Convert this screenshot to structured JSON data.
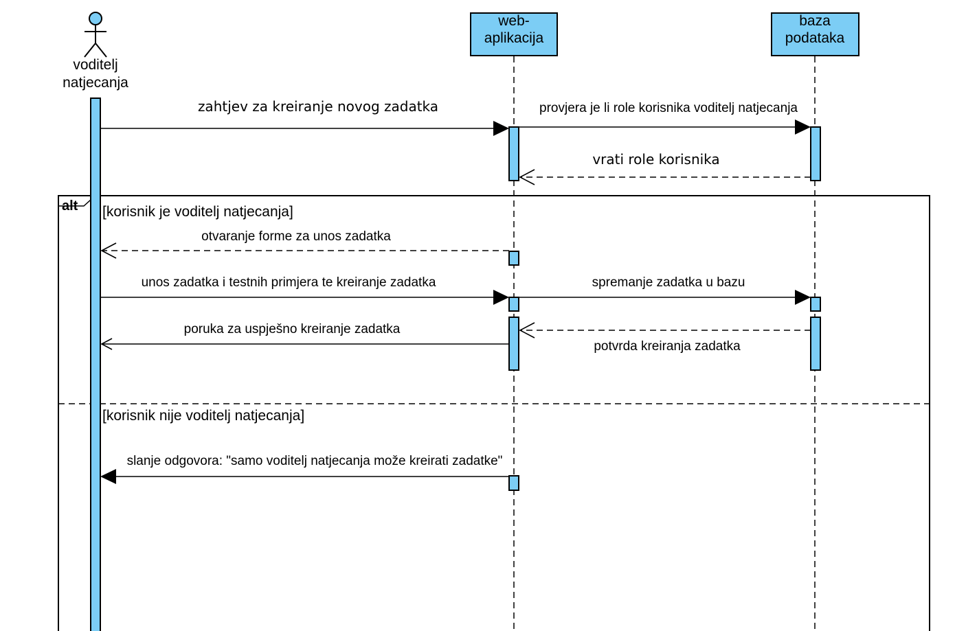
{
  "participants": {
    "actor": {
      "label_line1": "voditelj",
      "label_line2": "natjecanja"
    },
    "web_app": {
      "label_line1": "web-",
      "label_line2": "aplikacija"
    },
    "database": {
      "label_line1": "baza",
      "label_line2": "podataka"
    }
  },
  "messages": {
    "m1": "zahtjev za kreiranje novog zadatka",
    "m2": "provjera je li role korisnika voditelj natjecanja",
    "m3": "vrati role korisnika",
    "m4": "otvaranje forme za unos zadatka",
    "m5": "unos zadatka i testnih primjera te kreiranje zadatka",
    "m6": "spremanje zadatka u bazu",
    "m7": "poruka za uspješno kreiranje zadatka",
    "m8": "potvrda kreiranja zadatka",
    "m9": "slanje odgovora: \"samo voditelj natjecanja može kreirati zadatke\""
  },
  "fragment": {
    "operator": "alt",
    "guard1": "[korisnik je voditelj natjecanja]",
    "guard2": "[korisnik nije voditelj natjecanja]"
  },
  "colors": {
    "fill": "#7ccdf5",
    "stroke": "#000000"
  }
}
